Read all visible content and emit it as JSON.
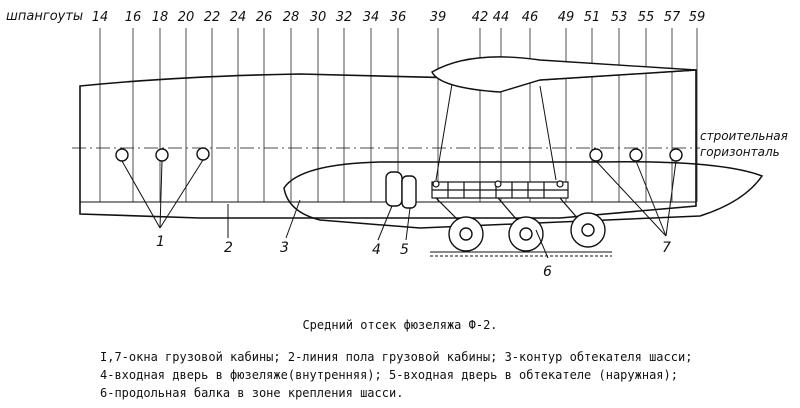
{
  "frames_label": "шпангоуты",
  "frame_numbers": [
    "14",
    "16",
    "18",
    "20",
    "22",
    "24",
    "26",
    "28",
    "30",
    "32",
    "34",
    "36",
    "39",
    "42",
    "44",
    "46",
    "49",
    "51",
    "53",
    "55",
    "57",
    "59"
  ],
  "datum_label": [
    "строительная",
    "горизонталь"
  ],
  "callouts": [
    "1",
    "2",
    "3",
    "4",
    "5",
    "6",
    "7"
  ],
  "caption": "Средний отсек фюзеляжа Ф-2.",
  "legend": [
    "I,7-окна грузовой кабины; 2-линия пола грузовой кабины; 3-контур обтекателя шасси;",
    "4-входная дверь в фюзеляже(внутренняя); 5-входная дверь в обтекателе (наружная);",
    "6-продольная балка в зоне крепления шасси."
  ]
}
